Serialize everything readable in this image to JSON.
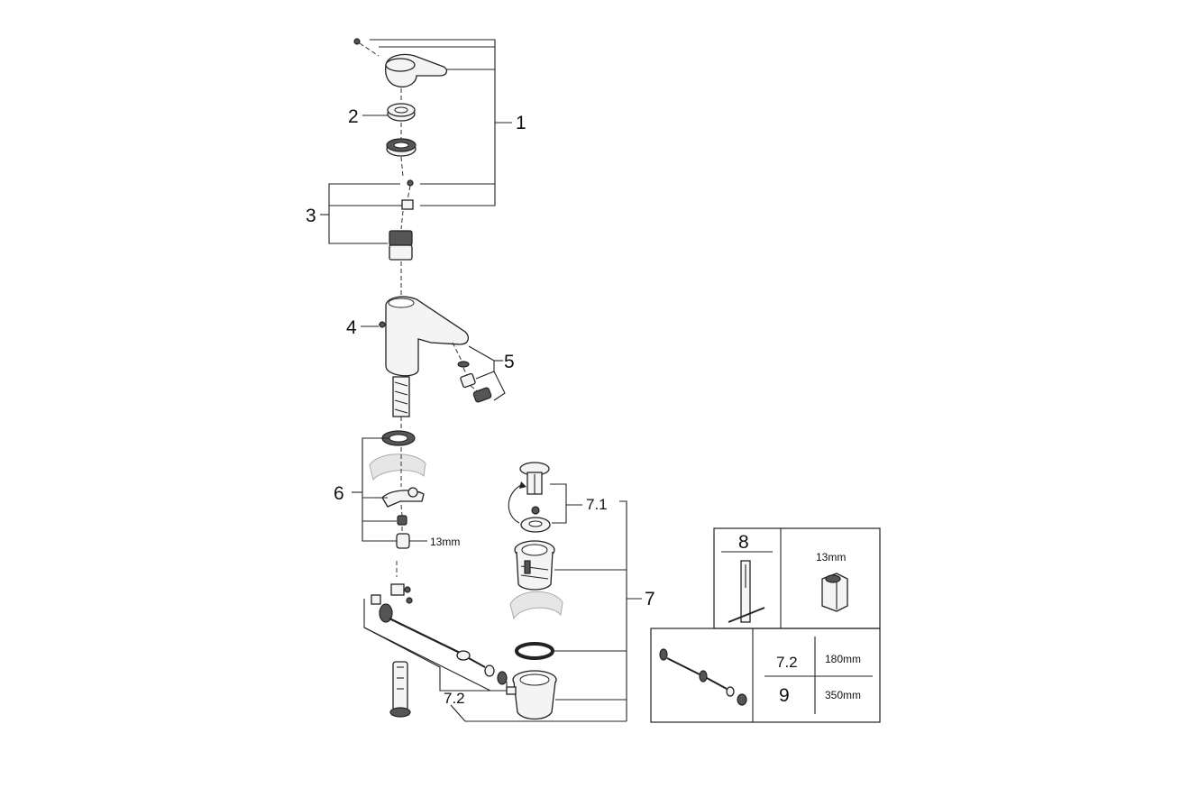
{
  "labels": {
    "l1": "1",
    "l2": "2",
    "l3": "3",
    "l4": "4",
    "l5": "5",
    "l6": "6",
    "l7": "7",
    "l7_1": "7.1",
    "l7_2": "7.2",
    "size_13mm": "13mm"
  },
  "tool_box": {
    "part_no": "8",
    "wrench_size": "13mm"
  },
  "rod_box": {
    "rows": [
      {
        "part": "7.2",
        "length": "180mm"
      },
      {
        "part": "9",
        "length": "350mm"
      }
    ]
  }
}
